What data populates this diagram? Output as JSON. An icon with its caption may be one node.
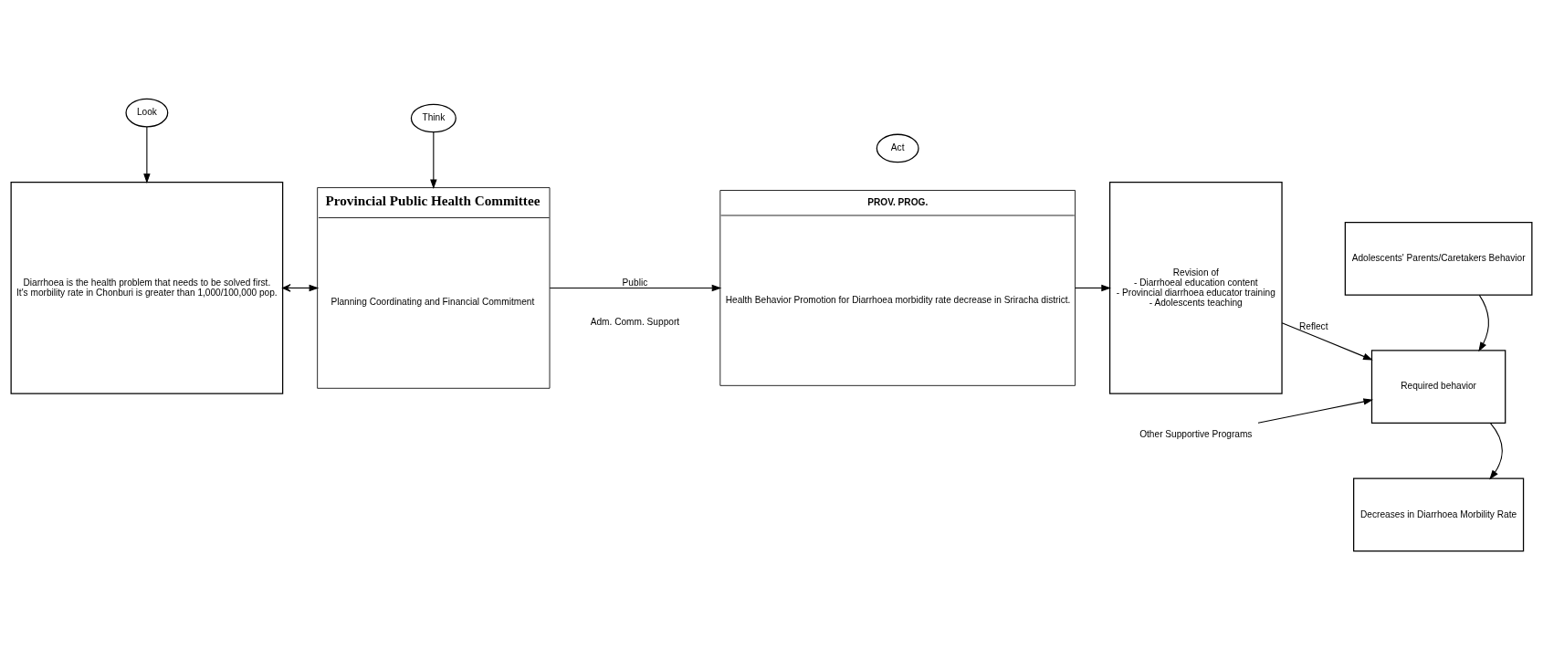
{
  "diagram": {
    "nodes": [
      {
        "text": [
          "Look"
        ]
      },
      {
        "text": [
          "Think"
        ]
      },
      {
        "text": [
          "Diarrhoea is the health problem that needs to be solved first.",
          "It's morbility rate in Chonburi is greater than 1,000/100,000 pop."
        ]
      },
      {
        "text": [
          "Provincial Public Health Committee",
          "Planning Coordinating and Financial Commitment"
        ]
      },
      {
        "text": [
          "PROV. PROG.",
          "Health Behavior Promotion for Diarrhoea morbidity rate decrease in Sriracha district."
        ]
      },
      {
        "text": [
          "Act"
        ]
      },
      {
        "text": [
          "Revision of",
          "- Diarrhoeal education content",
          "- Provincial diarrhoea educator training",
          "- Adolescents teaching"
        ]
      },
      {
        "text": [
          "Adolescents' Parents/Caretakers Behavior"
        ]
      },
      {
        "text": [
          "Other Supportive Programs"
        ]
      },
      {
        "text": [
          "Required behavior"
        ]
      },
      {
        "text": [
          "Decreases in Diarrhoea Morbility Rate"
        ]
      }
    ],
    "edges": [
      {
        "from": 0,
        "to": 2,
        "arrow": "to"
      },
      {
        "from": 1,
        "to": 3,
        "arrow": "to"
      },
      {
        "from": 2,
        "to": 3,
        "arrow": "both"
      },
      {
        "from": 3,
        "to": 4,
        "arrow": "to",
        "label": "Public"
      },
      {
        "from": 4,
        "to": 6,
        "arrow": "to"
      },
      {
        "from": 6,
        "to": 9,
        "arrow": "to",
        "label": "Reflect"
      },
      {
        "from": 8,
        "to": 9,
        "arrow": "to"
      },
      {
        "from": 7,
        "to": 9,
        "arrow": "to"
      },
      {
        "from": 9,
        "to": 10,
        "arrow": "to"
      }
    ],
    "labels": [
      "Adm. Comm. Support"
    ]
  }
}
